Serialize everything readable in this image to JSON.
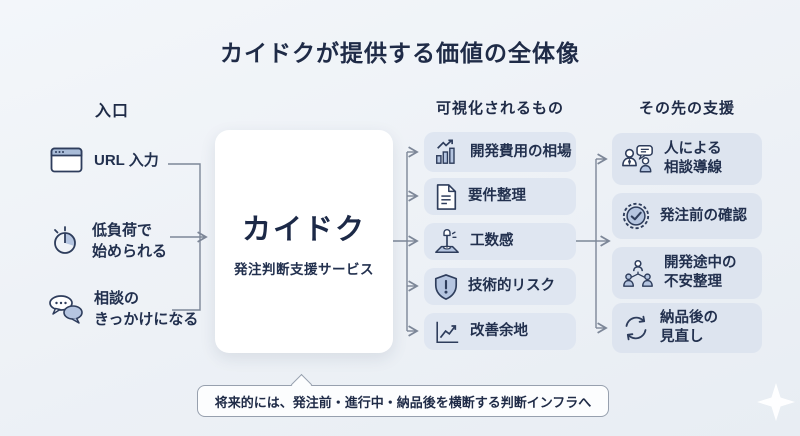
{
  "title": "カイドクが提供する価値の全体像",
  "columns": {
    "entry": {
      "header": "入口",
      "items": [
        {
          "icon": "browser-icon",
          "label": "URL 入力"
        },
        {
          "icon": "timer-icon",
          "label": "低負荷で\n始められる"
        },
        {
          "icon": "chat-bubbles-icon",
          "label": "相談の\nきっかけになる"
        }
      ]
    },
    "center": {
      "name": "カイドク",
      "subtitle": "発注判断支援サービス"
    },
    "visualized": {
      "header": "可視化されるもの",
      "items": [
        {
          "icon": "bar-chart-up-icon",
          "label": "開発費用の相場"
        },
        {
          "icon": "document-icon",
          "label": "要件整理"
        },
        {
          "icon": "effort-shovel-icon",
          "label": "工数感"
        },
        {
          "icon": "shield-alert-icon",
          "label": "技術的リスク"
        },
        {
          "icon": "trend-up-icon",
          "label": "改善余地"
        }
      ]
    },
    "support": {
      "header": "その先の支援",
      "items": [
        {
          "icon": "person-chat-icon",
          "label": "人による\n相談導線"
        },
        {
          "icon": "badge-check-icon",
          "label": "発注前の確認"
        },
        {
          "icon": "team-icon",
          "label": "開発途中の\n不安整理"
        },
        {
          "icon": "refresh-icon",
          "label": "納品後の\n見直し"
        }
      ]
    }
  },
  "footnote": "将来的には、発注前・進行中・納品後を横断する判断インフラへ",
  "colors": {
    "text_navy": "#1f2b47",
    "line_gray": "#7d8798",
    "pill_bg_visualized": "#dfe6f1",
    "pill_bg_support": "#dde4ef",
    "icon_fill": "#b5c5e0",
    "center_box_bg": "#ffffff",
    "background": "#edf1f6",
    "sparkle": "#ffffff"
  }
}
